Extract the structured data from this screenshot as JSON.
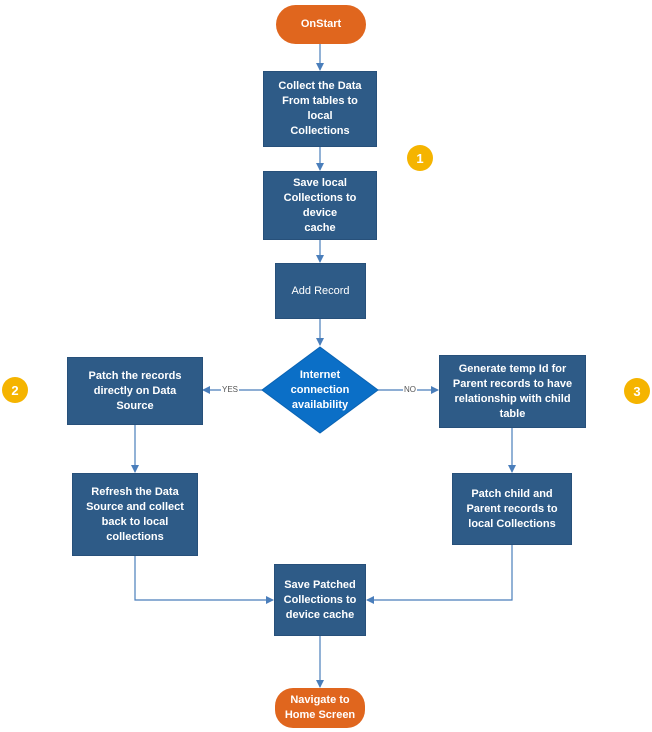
{
  "nodes": {
    "on_start": "OnStart",
    "collect_data": "Collect the Data\nFrom tables to local\nCollections",
    "save_local_cache": "Save local\nCollections to device\ncache",
    "add_record": "Add Record",
    "internet_check": "Internet\nconnection\navailability",
    "patch_records": "Patch the records\ndirectly on Data Source",
    "refresh_data_source": "Refresh the Data\nSource and collect\nback to local\ncollections",
    "generate_temp_id": "Generate temp Id for\nParent records to have\nrelationship with child\ntable",
    "patch_child_parent": "Patch child and\nParent records to\nlocal Collections",
    "save_patched": "Save Patched\nCollections to\ndevice cache",
    "navigate_home": "Navigate to\nHome Screen"
  },
  "edge_labels": {
    "yes": "YES",
    "no": "NO"
  },
  "badges": {
    "one": "1",
    "two": "2",
    "three": "3"
  },
  "colors": {
    "process": "#2e5b87",
    "decision": "#0b6fc7",
    "terminal": "#e0661e",
    "badge": "#f5b400",
    "connector": "#4a7ebb"
  }
}
